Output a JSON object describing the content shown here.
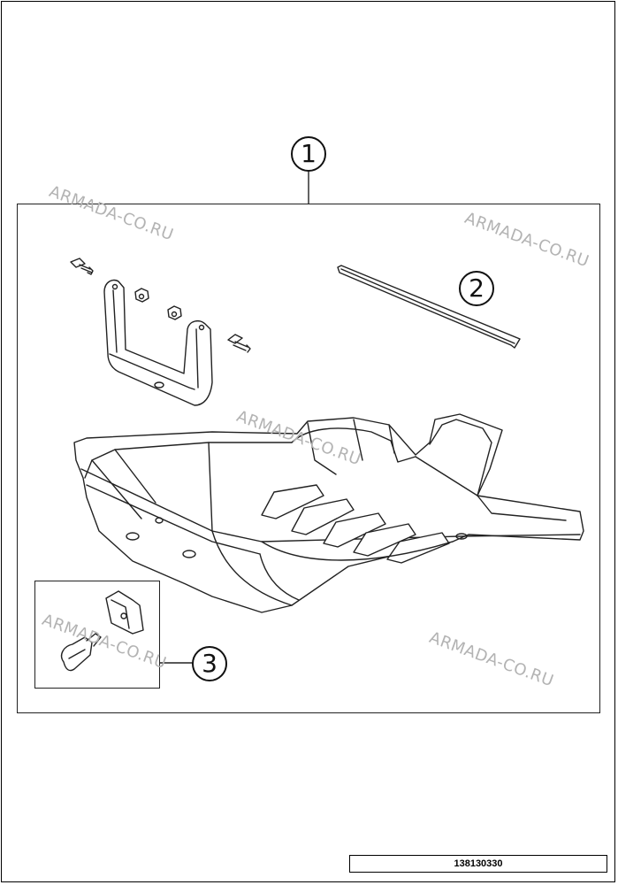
{
  "callouts": {
    "one": "1",
    "two": "2",
    "three": "3"
  },
  "watermarks": [
    "ARMADA-CO.RU",
    "ARMADA-CO.RU",
    "ARMADA-CO.RU",
    "ARMADA-CO.RU",
    "ARMADA-CO.RU"
  ],
  "document_number": "138130330",
  "colors": {
    "line": "#222222",
    "watermark": "#b3b3b3"
  },
  "icons": {
    "main_part": "skid-plate-icon",
    "bracket": "mounting-bracket-icon",
    "strip": "rubber-strip-icon",
    "kit": "hardware-kit-icon"
  }
}
